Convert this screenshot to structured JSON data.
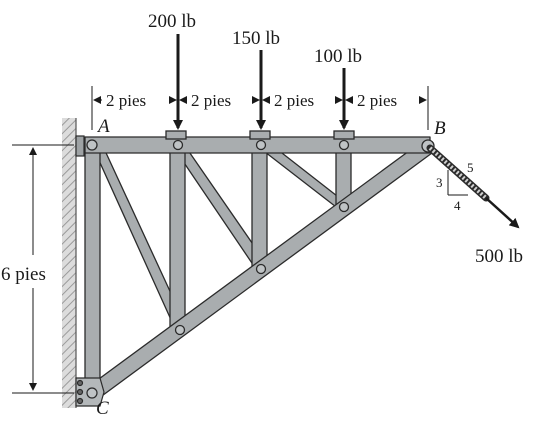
{
  "loads": {
    "p1": "200 lb",
    "p2": "150 lb",
    "p3": "100 lb",
    "inclined": "500 lb"
  },
  "dimensions": {
    "span1": "2 pies",
    "span2": "2 pies",
    "span3": "2 pies",
    "span4": "2 pies",
    "height": "6 pies"
  },
  "slope": {
    "rise": "3",
    "run": "4",
    "hyp": "5"
  },
  "nodes": {
    "a": "A",
    "b": "B",
    "c": "C"
  },
  "colors": {
    "member": "#a9adaf",
    "member_edge": "#2b2b2b",
    "wall": "#d4d4d4",
    "ink": "#1a1a1a"
  }
}
